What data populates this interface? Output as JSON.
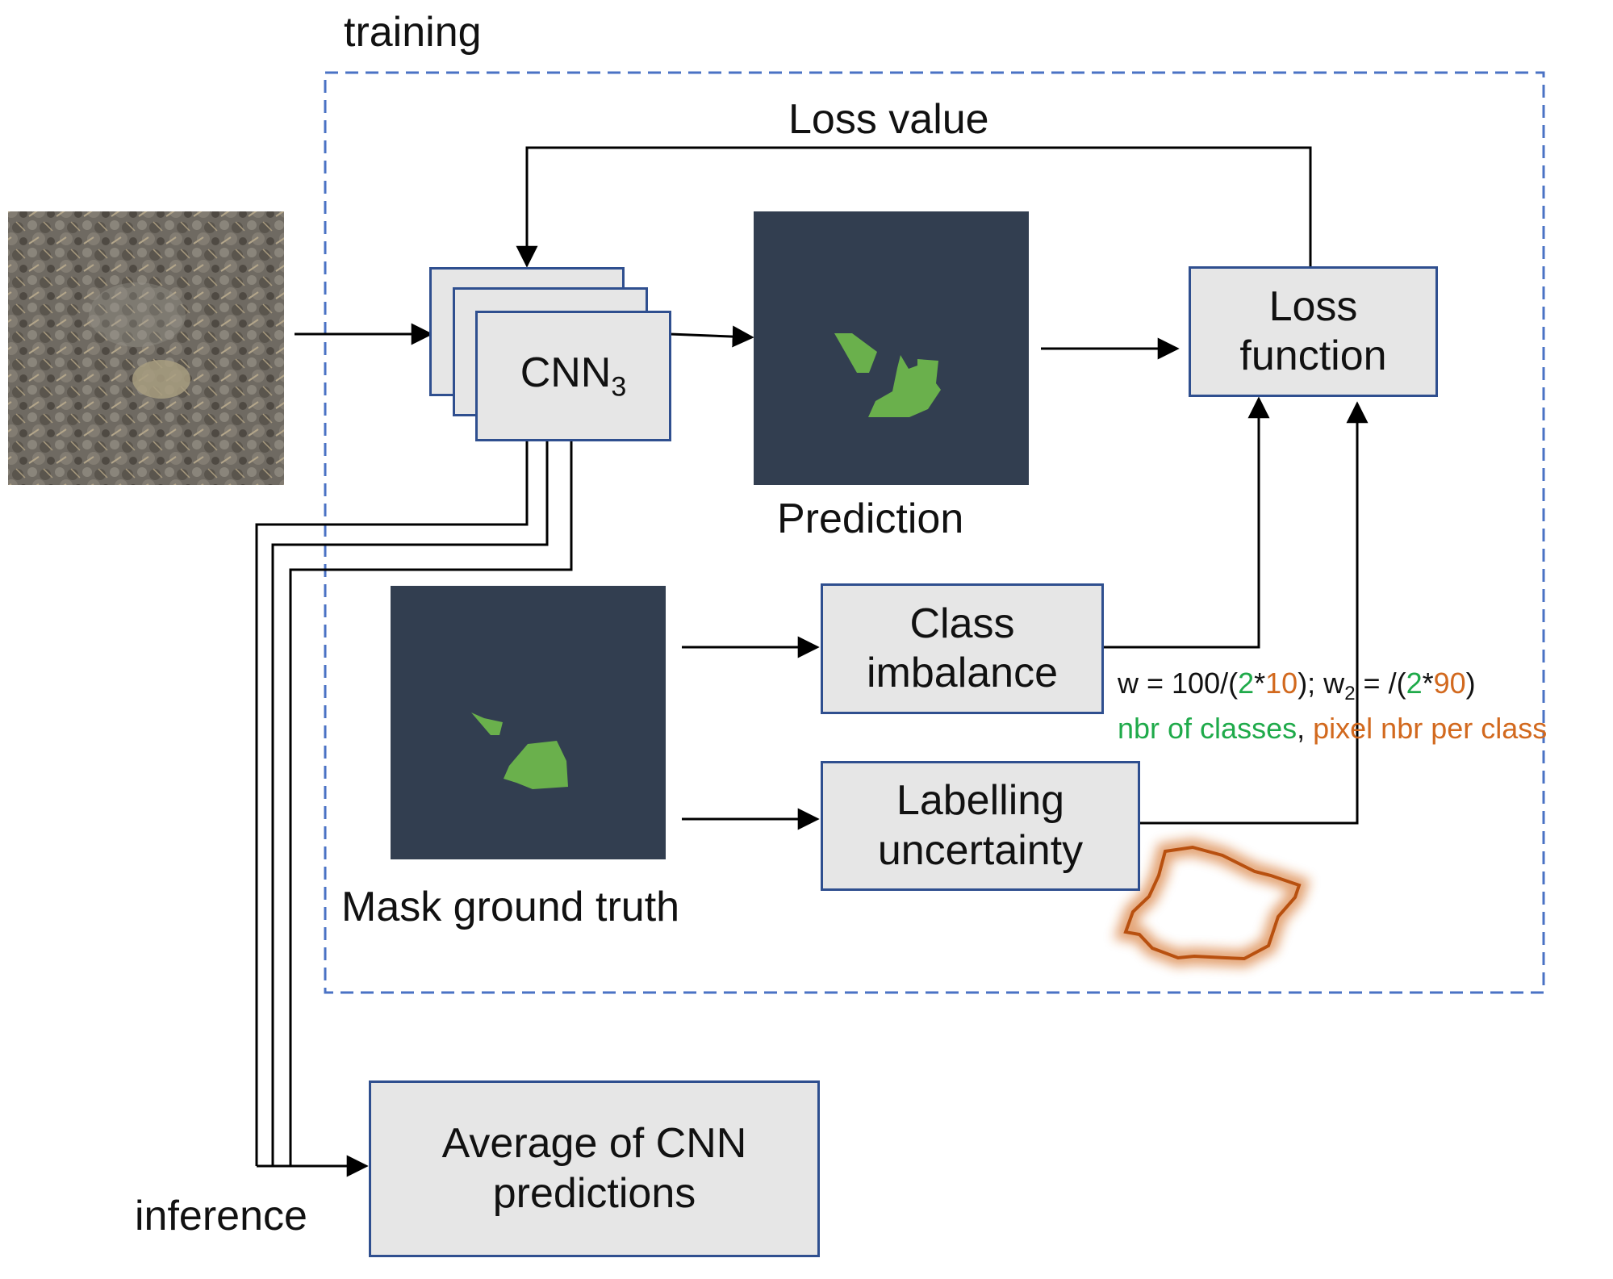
{
  "colors": {
    "frame_dash": "#4a72c4",
    "box_border": "#2f4f8f",
    "box_fill": "#e6e6e6",
    "mask_bg": "#323e50",
    "mask_fg": "#6ab04c",
    "green_text": "#1faa4a",
    "orange_text": "#d2691e",
    "glow": "#d2691e"
  },
  "labels": {
    "training": "training",
    "loss_value": "Loss value",
    "prediction": "Prediction",
    "mask_ground_truth": "Mask ground truth",
    "inference": "inference"
  },
  "boxes": {
    "cnn": {
      "base": "CNN",
      "subscript": "3"
    },
    "loss_function": {
      "line1": "Loss",
      "line2": "function"
    },
    "class_imbalance": {
      "line1": "Class",
      "line2": "imbalance"
    },
    "labelling_uncertainty": {
      "line1": "Labelling",
      "line2": "uncertainty"
    },
    "average": {
      "line1": "Average of CNN",
      "line2": "predictions"
    }
  },
  "formula": {
    "w_prefix": "w = 100/(",
    "two_a": "2",
    "star_a": "*",
    "ten": "10",
    "mid": "); w",
    "w_sub": "2",
    "eq2": " = /(",
    "two_b": "2",
    "star_b": "*",
    "ninety": "90",
    "close": ")"
  },
  "legend": {
    "nbr_classes": "nbr of classes",
    "comma": ", ",
    "pixel_nbr": "pixel nbr per class"
  },
  "icons": {
    "soil_image": "soil-photo-icon",
    "uncertainty_outline": "uncertainty-outline-icon"
  }
}
